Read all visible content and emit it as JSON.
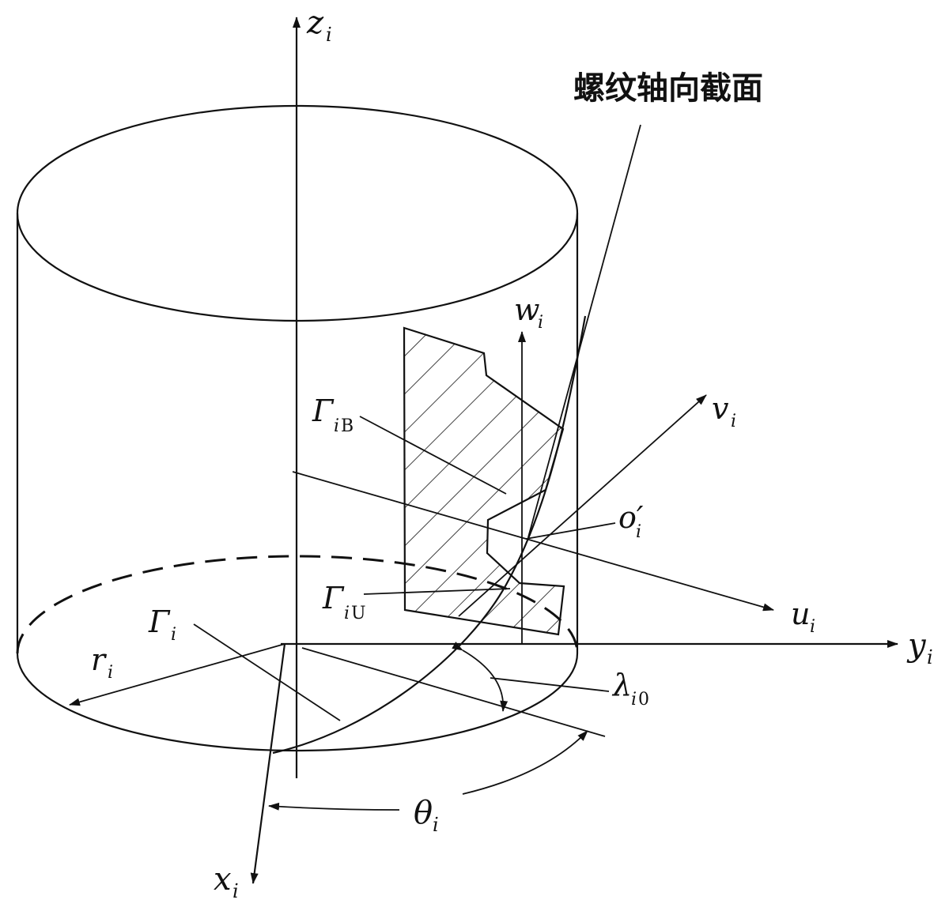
{
  "labels": {
    "z": {
      "main": "z",
      "sub": "i"
    },
    "x": {
      "main": "x",
      "sub": "i"
    },
    "y": {
      "main": "y",
      "sub": "i"
    },
    "w": {
      "main": "w",
      "sub": "i"
    },
    "v": {
      "main": "v",
      "sub": "i"
    },
    "u": {
      "main": "u",
      "sub": "i"
    },
    "r": {
      "main": "r",
      "sub": "i"
    },
    "o": {
      "main": "o′",
      "sub": "i"
    },
    "gammaB": {
      "main": "Γ",
      "sub": "i",
      "sub2": "B"
    },
    "gammaU": {
      "main": "Γ",
      "sub": "i",
      "sub2": "U"
    },
    "gamma": {
      "main": "Γ",
      "sub": "i"
    },
    "lambda": {
      "main": "λ",
      "sub": "i",
      "sub2": "0"
    },
    "theta": {
      "main": "θ",
      "sub": "i"
    }
  },
  "annotation": "螺纹轴向截面"
}
